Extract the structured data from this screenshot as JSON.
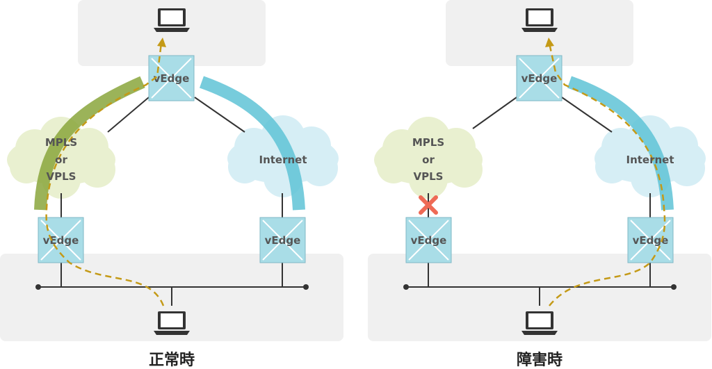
{
  "diagrams": [
    {
      "caption": "正常時",
      "router_label": "vEdge",
      "mpls_cloud": [
        "MPLS",
        "or",
        "VPLS"
      ],
      "internet_cloud": "Internet",
      "failure": false
    },
    {
      "caption": "障害時",
      "router_label": "vEdge",
      "mpls_cloud": [
        "MPLS",
        "or",
        "VPLS"
      ],
      "internet_cloud": "Internet",
      "failure": true
    }
  ],
  "colors": {
    "site_bg": "#f0f0f0",
    "router_fill": "#a9dde7",
    "mpls_cloud": "#e9f0d0",
    "internet_cloud": "#d6eef5",
    "mpls_path": "#8aa63c",
    "internet_path": "#5fc3d6",
    "traffic": "#c49a17",
    "failure_mark": "#ee6a55"
  }
}
